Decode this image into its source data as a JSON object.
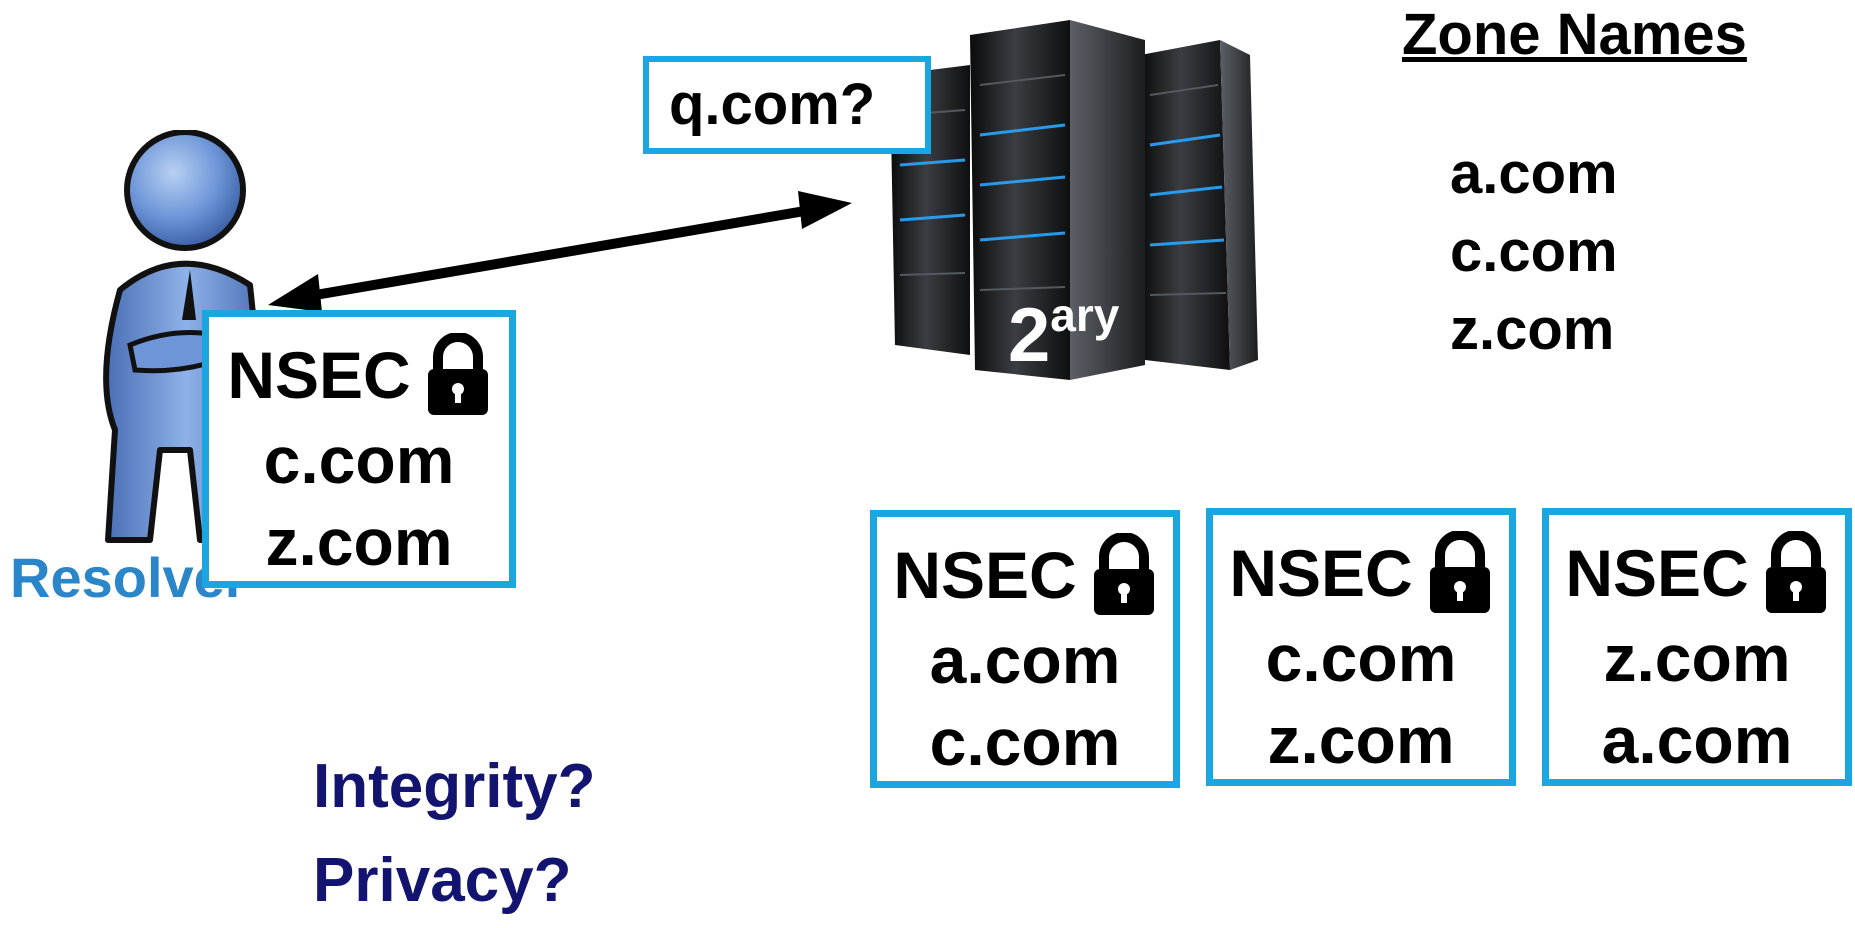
{
  "resolver": {
    "label": "Resolver",
    "icon": "person-icon",
    "color": "#2a86c8"
  },
  "query": {
    "text": "q.com?"
  },
  "server": {
    "label_base": "2",
    "label_sup": "ary",
    "icon": "server-rack-icon"
  },
  "zone": {
    "title": "Zone Names",
    "names": [
      "a.com",
      "c.com",
      "z.com"
    ]
  },
  "resolver_record": {
    "type": "NSEC",
    "icon": "lock-icon",
    "from": "c.com",
    "to": "z.com"
  },
  "records": [
    {
      "type": "NSEC",
      "icon": "lock-icon",
      "from": "a.com",
      "to": "c.com"
    },
    {
      "type": "NSEC",
      "icon": "lock-icon",
      "from": "c.com",
      "to": "z.com"
    },
    {
      "type": "NSEC",
      "icon": "lock-icon",
      "from": "z.com",
      "to": "a.com"
    }
  ],
  "questions": [
    "Integrity?",
    "Privacy?"
  ],
  "colors": {
    "box_border": "#1aa6e0",
    "questions": "#131370"
  }
}
